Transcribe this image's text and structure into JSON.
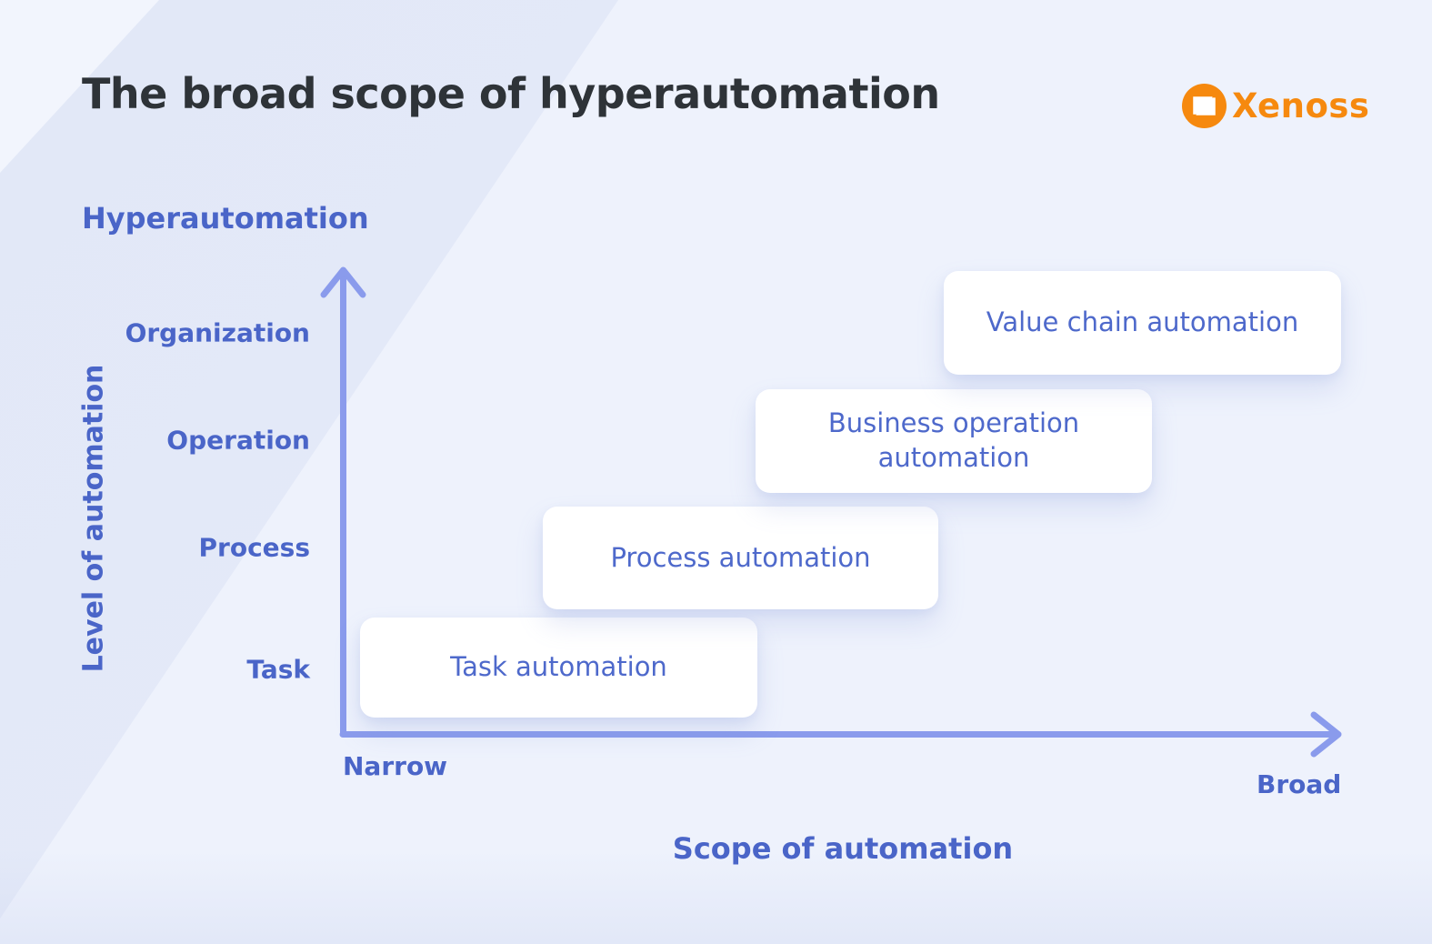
{
  "title": "The broad scope of hyperautomation",
  "logo": {
    "brand": "Xenoss",
    "color": "#F6890E"
  },
  "chart": {
    "type": "diagram-step-matrix",
    "y_axis": {
      "heading": "Hyperautomation",
      "label": "Level of automation",
      "levels": [
        "Organization",
        "Operation",
        "Process",
        "Task"
      ]
    },
    "x_axis": {
      "label": "Scope of automation",
      "left_label": "Narrow",
      "right_label": "Broad"
    },
    "boxes": [
      {
        "label": "Task automation",
        "level": "Task",
        "scope": "narrowest"
      },
      {
        "label": "Process automation",
        "level": "Process",
        "scope": "narrow-mid"
      },
      {
        "label": "Business operation automation",
        "level": "Operation",
        "scope": "mid-broad"
      },
      {
        "label": "Value chain automation",
        "level": "Organization",
        "scope": "broadest"
      }
    ]
  },
  "colors": {
    "accent_blue_text": "#4A65C8",
    "box_text_blue": "#4E69CB",
    "axis_blue": "#8A9BEC",
    "title_dark": "#2E3338",
    "brand_orange": "#F6890E",
    "card_bg": "#FFFFFF",
    "background_light": "#EEF2FC",
    "background_band": "#E2E8F7"
  }
}
